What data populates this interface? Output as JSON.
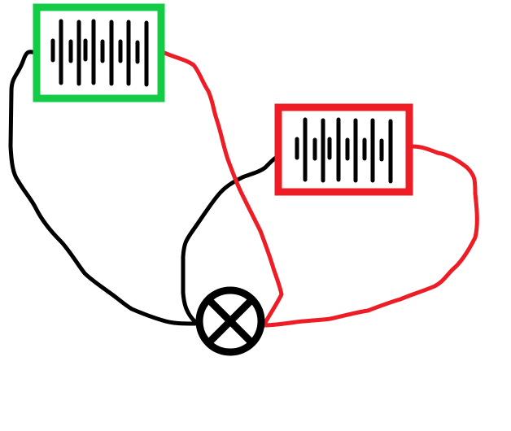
{
  "diagram": {
    "components": [
      {
        "id": "source-1",
        "kind": "signal-source",
        "border_color": "#11cc44"
      },
      {
        "id": "source-2",
        "kind": "signal-source",
        "border_color": "#ee1c24"
      },
      {
        "id": "lamp",
        "kind": "lamp-symbol"
      }
    ],
    "colors": {
      "wire_black": "#000000",
      "wire_red": "#ee1c24",
      "green": "#11cc44",
      "red": "#ee1c24"
    }
  }
}
